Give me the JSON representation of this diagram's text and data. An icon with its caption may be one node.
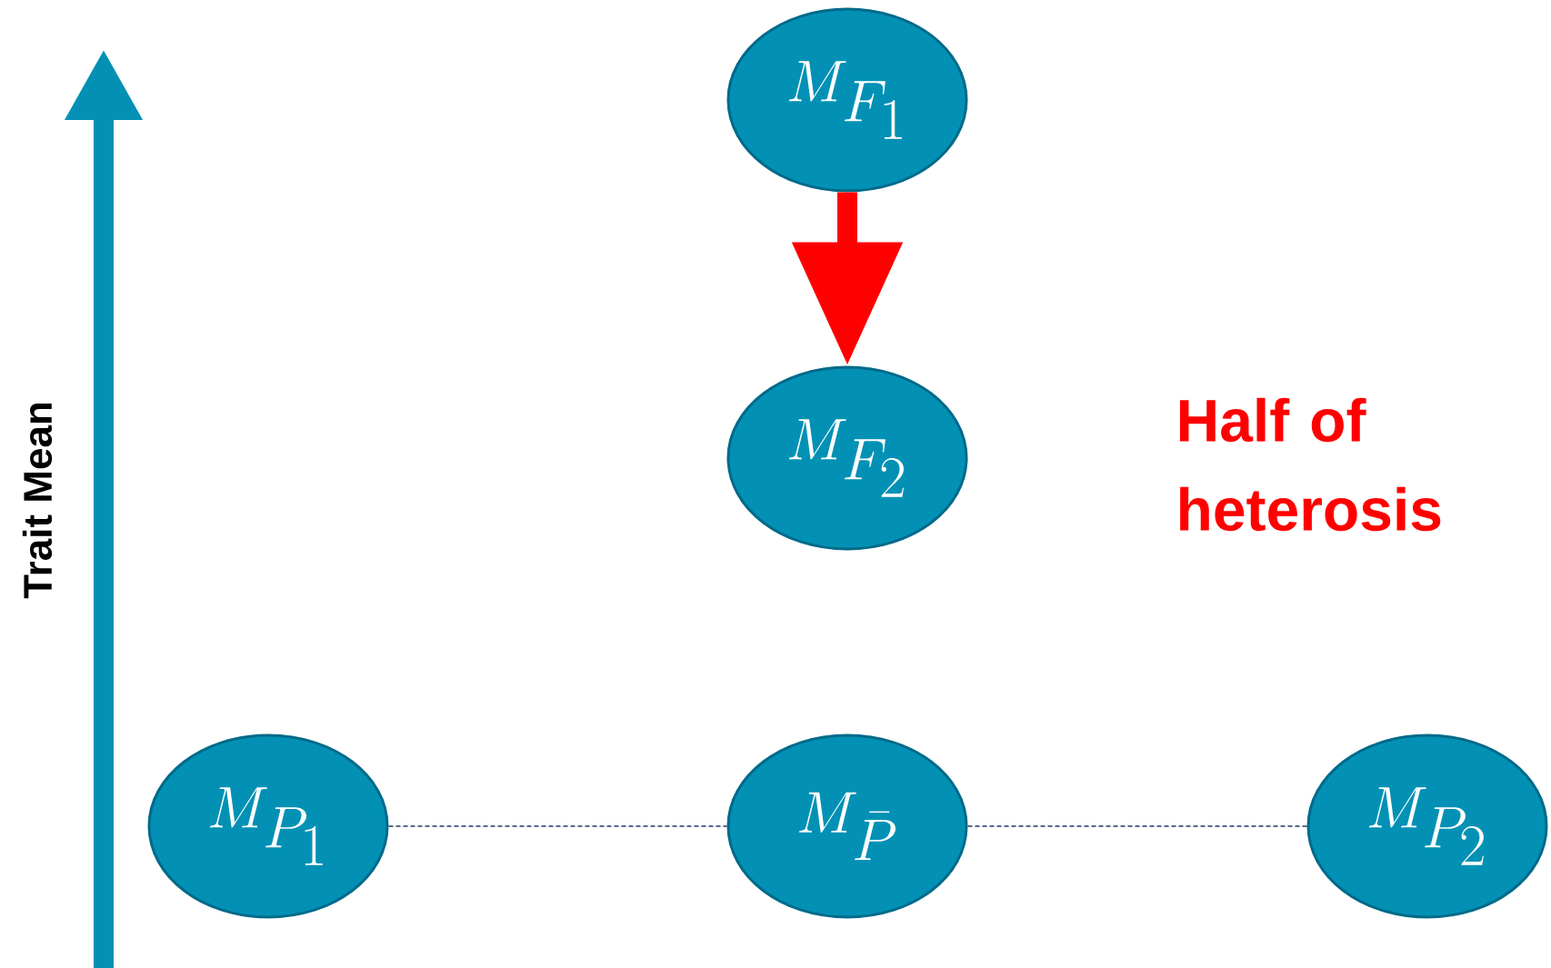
{
  "diagram": {
    "nodes": [
      {
        "text": [
          "M_{F_1}"
        ]
      },
      {
        "text": [
          "M_{F_2}"
        ]
      },
      {
        "text": [
          "M_{P_1}"
        ]
      },
      {
        "text": [
          "M_{\\bar{P}}"
        ]
      },
      {
        "text": [
          "M_{P_2}"
        ]
      }
    ],
    "edges": [
      {
        "from": 0,
        "to": 1,
        "arrow": "to",
        "style": "thick",
        "color": "#ff0000"
      },
      {
        "from": 2,
        "to": 3,
        "arrow": "none",
        "style": "dashed"
      },
      {
        "from": 3,
        "to": 4,
        "arrow": "none",
        "style": "dashed"
      }
    ],
    "labels": [
      "Trait Mean",
      "Half of heterosis"
    ]
  }
}
